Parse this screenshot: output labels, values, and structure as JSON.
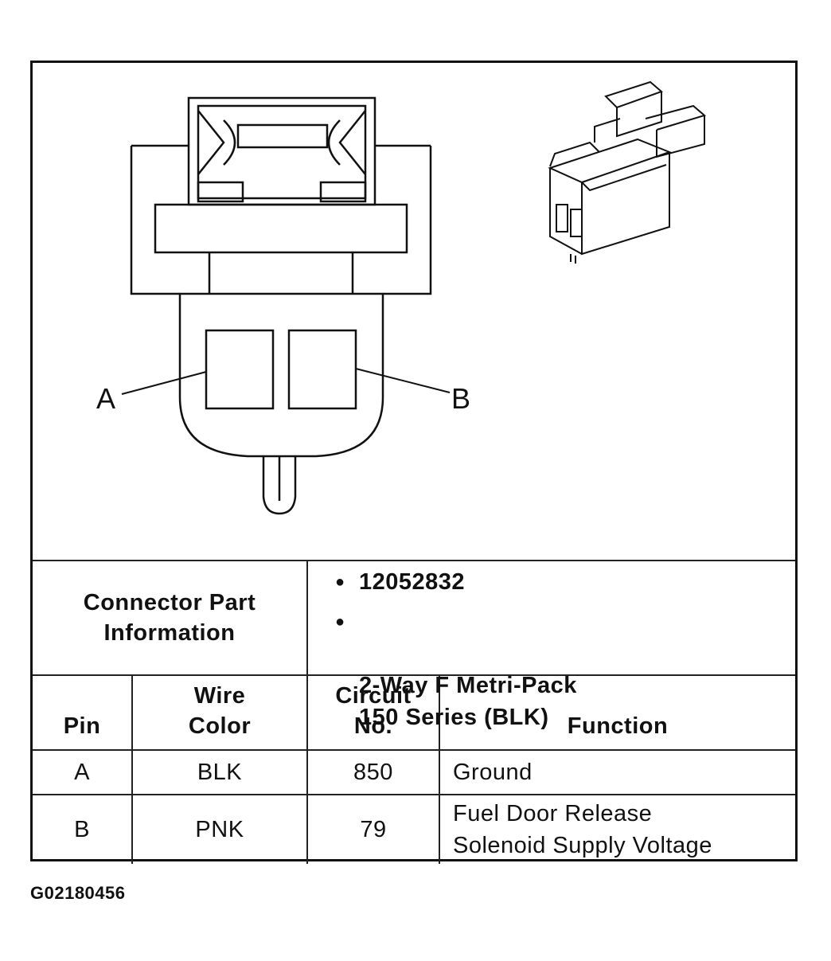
{
  "diagram": {
    "pin_labels": [
      "A",
      "B"
    ]
  },
  "connector_info": {
    "header": "Connector Part\nInformation",
    "items": [
      "12052832",
      "2-Way F Metri-Pack\n150 Series (BLK)"
    ]
  },
  "table": {
    "headers": {
      "pin": "Pin",
      "wire_color": "Wire\nColor",
      "circuit": "Circuit\nNo.",
      "function": "Function"
    },
    "rows": [
      {
        "pin": "A",
        "wire_color": "BLK",
        "circuit": "850",
        "function": "Ground"
      },
      {
        "pin": "B",
        "wire_color": "PNK",
        "circuit": "79",
        "function": "Fuel Door Release\nSolenoid Supply Voltage"
      }
    ]
  },
  "figure_id": "G02180456",
  "colors": {
    "line": "#111111",
    "background": "#ffffff"
  }
}
